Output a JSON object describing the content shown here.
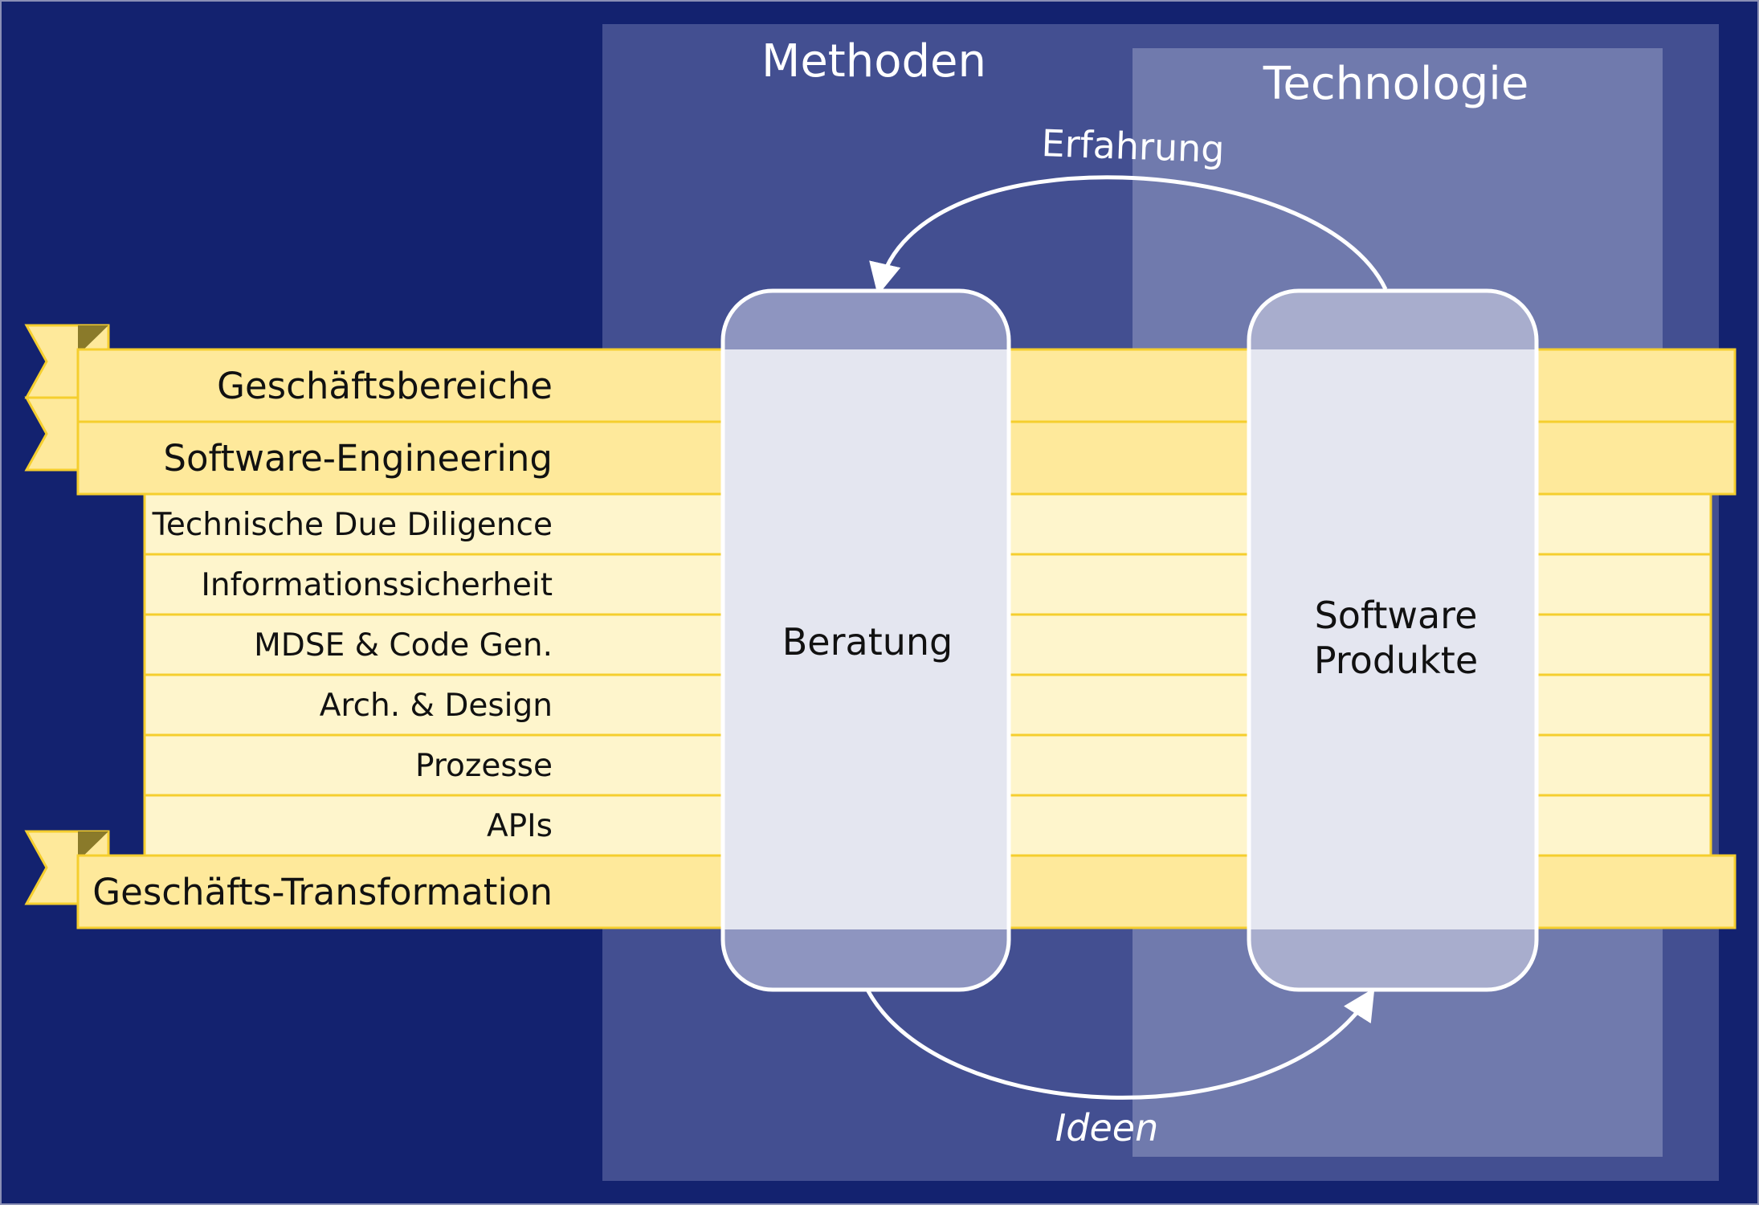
{
  "columns": {
    "methods_title": "Methoden",
    "technology_title": "Technologie"
  },
  "cycle": {
    "top_label": "Erfahrung",
    "bottom_label": "Ideen"
  },
  "pillars": {
    "consulting": [
      "Beratung"
    ],
    "products": [
      "Software",
      "Produkte"
    ]
  },
  "bands": {
    "business_areas": "Geschäftsbereiche",
    "software_engineering": "Software-Engineering",
    "business_transformation": "Geschäfts-Transformation"
  },
  "topics": [
    "Technische Due Diligence",
    "Informationssicherheit",
    "MDSE & Code Gen.",
    "Arch. & Design",
    "Prozesse",
    "APIs"
  ],
  "colors": {
    "background": "#13226F",
    "methods_panel": "#434F91",
    "technology_panel": "#707AAD",
    "band_dark": "#FEE99B",
    "band_light": "#FEF5CC",
    "band_border": "#F5CE2E",
    "pillar_fill": "#E4E6F0",
    "pillar_cap_left": "#8E95C0",
    "pillar_cap_right": "#A8ADCD",
    "outline": "#FFFFFF",
    "text_dark": "#111111"
  }
}
